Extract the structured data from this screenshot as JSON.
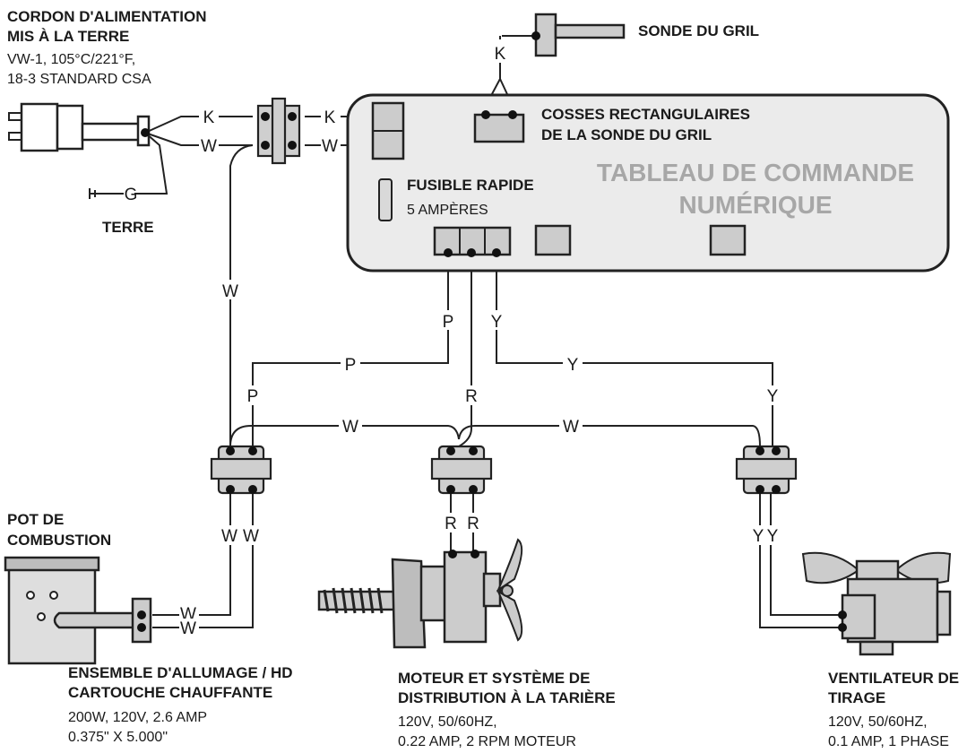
{
  "colors": {
    "panel_fill": "#ebebeb",
    "component_fill": "#cccccc",
    "wire": "#222222",
    "panel_title": "#a7a7a7"
  },
  "cord": {
    "title_line1": "CORDON D'ALIMENTATION",
    "title_line2": "MIS À LA TERRE",
    "spec_line1": "VW-1, 105°C/221°F,",
    "spec_line2": "18-3 STANDARD CSA"
  },
  "ground": {
    "label": "TERRE",
    "wire": "G"
  },
  "probe": {
    "title": "SONDE DU GRIL",
    "terminals_line1": "COSSES RECTANGULAIRES",
    "terminals_line2": "DE LA SONDE DU GRIL"
  },
  "panel": {
    "title_line1": "TABLEAU DE COMMANDE",
    "title_line2": "NUMÉRIQUE"
  },
  "fuse": {
    "title": "FUSIBLE RAPIDE",
    "rating": "5 AMPÈRES"
  },
  "firepot": {
    "title_line1": "POT DE",
    "title_line2": "COMBUSTION"
  },
  "igniter": {
    "title_line1": "ENSEMBLE D'ALLUMAGE / HD",
    "title_line2": "CARTOUCHE CHAUFFANTE",
    "spec_line1": "200W, 120V, 2.6 AMP",
    "spec_line2": "0.375\" X 5.000\""
  },
  "motor": {
    "title_line1": "MOTEUR ET SYSTÈME DE",
    "title_line2": "DISTRIBUTION  À LA TARIÈRE",
    "spec_line1": "120V, 50/60HZ,",
    "spec_line2": "0.22 AMP, 2 RPM MOTEUR"
  },
  "fan": {
    "title_line1": "VENTILATEUR DE",
    "title_line2": "TIRAGE",
    "spec_line1": "120V, 50/60HZ,",
    "spec_line2": "0.1 AMP, 1 PHASE"
  },
  "wires": {
    "black": "K",
    "white": "W",
    "purple": "P",
    "red": "R",
    "yellow": "Y"
  }
}
